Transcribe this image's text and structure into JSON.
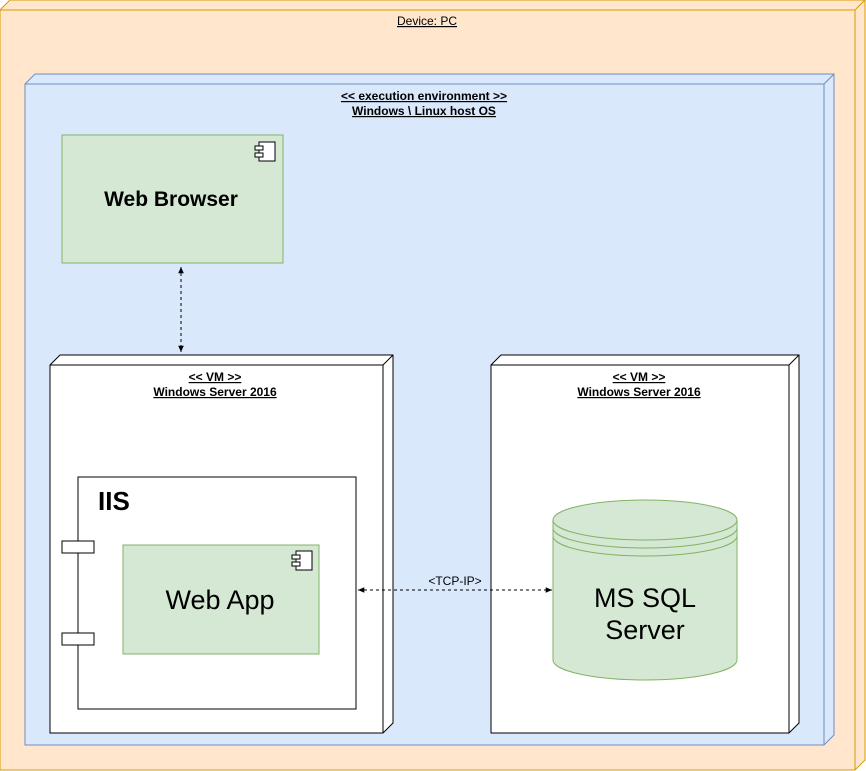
{
  "device": {
    "label": "Device: PC"
  },
  "exec_env": {
    "stereotype": "<< execution environment >>",
    "name": "Windows \\ Linux host OS"
  },
  "web_browser": {
    "label": "Web Browser"
  },
  "vm_left": {
    "stereotype": "<< VM >>",
    "name": "Windows Server 2016"
  },
  "vm_right": {
    "stereotype": "<< VM >>",
    "name": "Windows Server 2016"
  },
  "iis": {
    "label": "IIS"
  },
  "web_app": {
    "label": "Web App"
  },
  "database": {
    "line1": "MS SQL",
    "line2": "Server"
  },
  "connector": {
    "label": "<TCP-IP>"
  },
  "colors": {
    "device_fill": "#ffe6cc",
    "device_stroke": "#d79b00",
    "env_fill": "#dae8fc",
    "env_stroke": "#6c8ebf",
    "component_fill": "#d5e8d4",
    "component_stroke": "#82b366"
  }
}
